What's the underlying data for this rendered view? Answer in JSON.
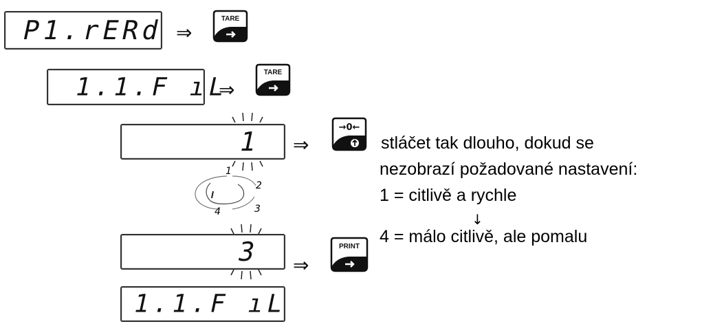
{
  "display1": {
    "text": "P1.rERd"
  },
  "display2": {
    "text": "1.1.F ıL"
  },
  "display3": {
    "digit": "1"
  },
  "display4": {
    "digit": "3"
  },
  "display5": {
    "text": "1.1.F ıL"
  },
  "cycle": {
    "labels": [
      "1",
      "2",
      "3",
      "4"
    ]
  },
  "arrow_symbol": "⇒",
  "keys": {
    "tare": "TARE",
    "zero": "→0←",
    "print": "PRINT"
  },
  "instructions": {
    "line1": "stláčet tak dlouho, dokud se",
    "line2": "nezobrazí požadované nastavení:",
    "line3": "1 = citlivě a rychle",
    "down_arrow": "↓",
    "line4": "4 = málo citlivě, ale pomalu"
  }
}
